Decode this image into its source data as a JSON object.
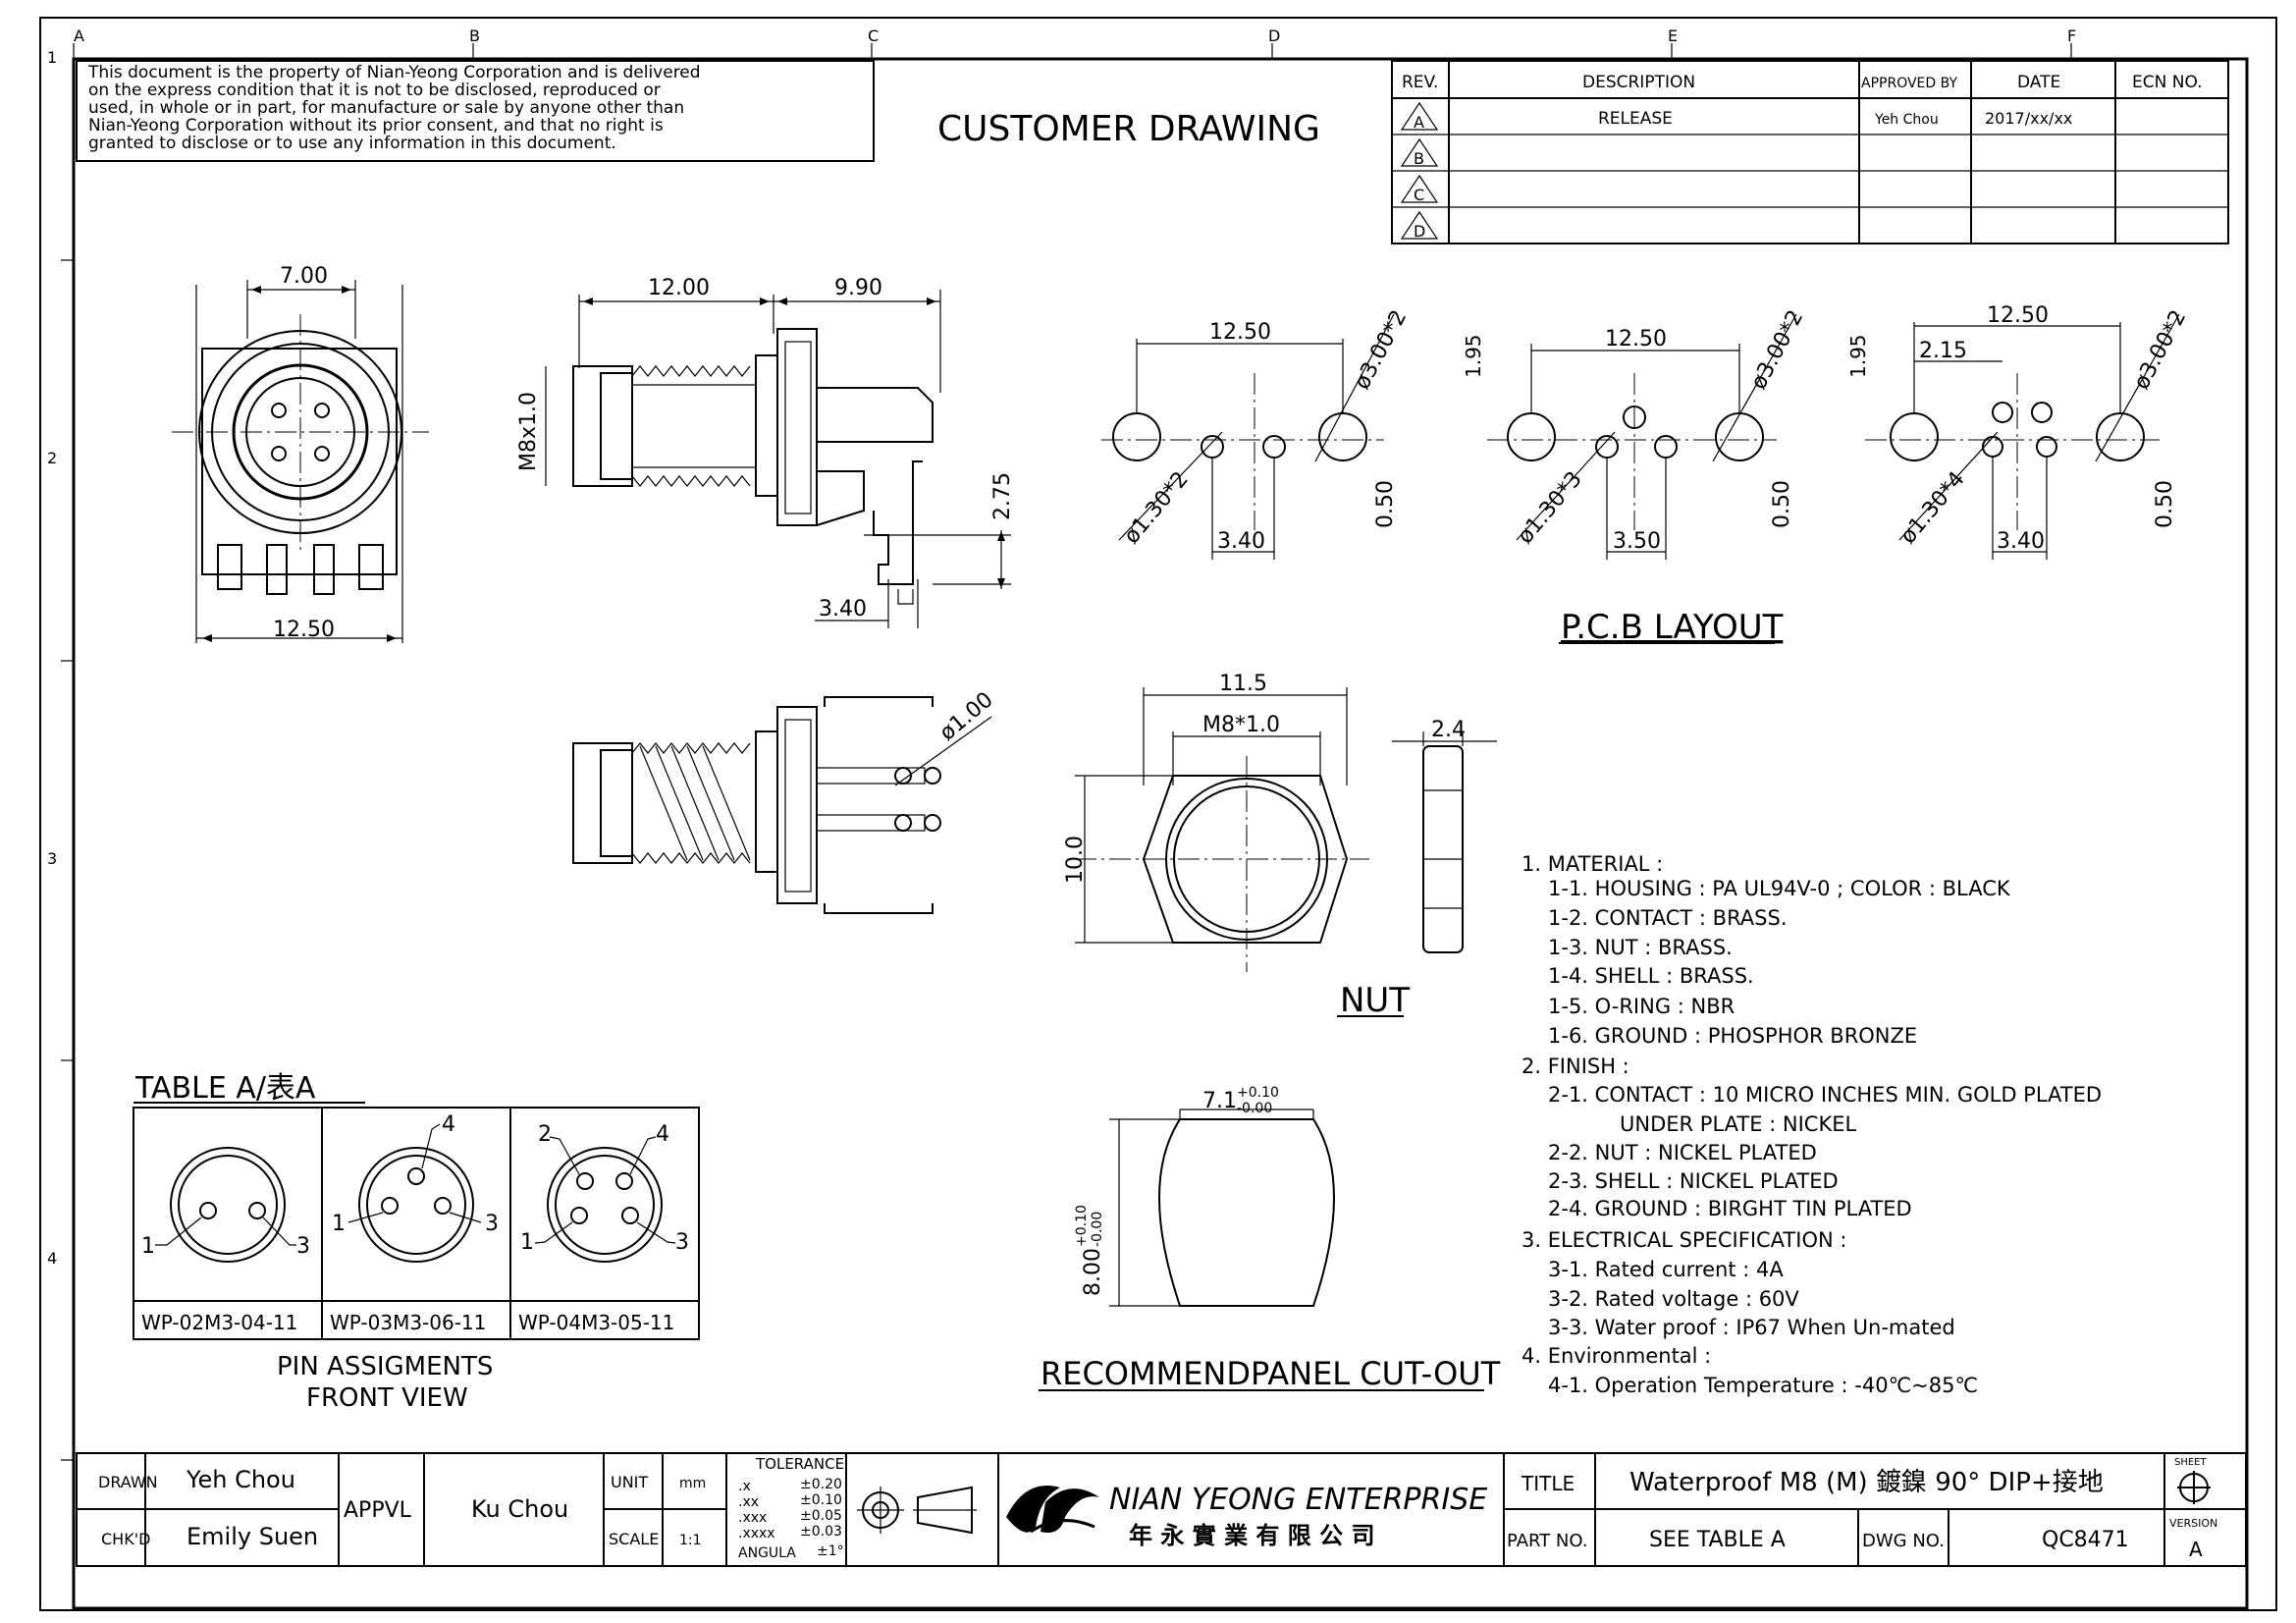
{
  "grid": {
    "columns": [
      "A",
      "B",
      "C",
      "D",
      "E",
      "F"
    ],
    "rows": [
      "1",
      "2",
      "3",
      "4"
    ]
  },
  "notice": {
    "lines": [
      "This document is the property of Nian-Yeong Corporation and is delivered",
      "on   the   express condition that it is not to be disclosed, reproduced or",
      "used, in whole or in part, for manufacture or sale by anyone other than",
      "Nian-Yeong Corporation without  its prior consent, and that  no right  is",
      "granted to disclose or to use any information in this  document."
    ]
  },
  "header_title": "CUSTOMER  DRAWING",
  "revision_table": {
    "headers": [
      "REV.",
      "DESCRIPTION",
      "APPROVED BY",
      "DATE",
      "ECN NO."
    ],
    "rows": [
      {
        "rev": "A",
        "description": "RELEASE",
        "approved": "Yeh Chou",
        "date": "2017/xx/xx",
        "ecn": ""
      },
      {
        "rev": "B",
        "description": "",
        "approved": "",
        "date": "",
        "ecn": ""
      },
      {
        "rev": "C",
        "description": "",
        "approved": "",
        "date": "",
        "ecn": ""
      },
      {
        "rev": "D",
        "description": "",
        "approved": "",
        "date": "",
        "ecn": ""
      }
    ]
  },
  "dims": {
    "front_top": "7.00",
    "front_bottom": "12.50",
    "side_len": "12.00",
    "side_right": "9.90",
    "side_thread": "M8x1.0",
    "side_h": "2.75",
    "side_pin": "3.40",
    "bottom_pin_dia": "ø1.00",
    "pcb1_span": "12.50",
    "pcb1_big": "ø3.00*2",
    "pcb1_small": "ø1.30*2",
    "pcb1_pitch": "3.40",
    "pcb1_off": "0.50",
    "pcb2_span": "12.50",
    "pcb2_big": "ø3.00*2",
    "pcb2_small": "ø1.30*3",
    "pcb2_pitch": "3.50",
    "pcb2_off": "0.50",
    "pcb2_h": "1.95",
    "pcb3_span": "12.50",
    "pcb3_inner": "2.15",
    "pcb3_big": "ø3.00*2",
    "pcb3_small": "ø1.30*4",
    "pcb3_pitch": "3.40",
    "pcb3_off": "0.50",
    "pcb3_h": "1.95",
    "nut_w": "11.5",
    "nut_thread": "M8*1.0",
    "nut_h": "10.0",
    "nut_t": "2.4",
    "cut_w_base": "7.1",
    "cut_w_plus": "+0.10",
    "cut_w_minus": "-0.00",
    "cut_h_base": "8.00",
    "cut_h_plus": "+0.10",
    "cut_h_minus": "-0.00"
  },
  "labels": {
    "pcb_layout": "P.C.B  LAYOUT",
    "nut": "NUT",
    "cutout": "RECOMMENDPANEL  CUT-OUT"
  },
  "table_a": {
    "title": "TABLE  A/表A",
    "parts": [
      "WP-02M3-04-11",
      "WP-03M3-06-11",
      "WP-04M3-05-11"
    ],
    "caption_1": "PIN  ASSIGMENTS",
    "caption_2": "FRONT  VIEW",
    "pins": {
      "p1": "1",
      "p2": "2",
      "p3": "3",
      "p4": "4"
    }
  },
  "spec": {
    "lines": [
      {
        "indent": 0,
        "text": "1.  MATERIAL  :"
      },
      {
        "indent": 1,
        "text": "1-1.  HOUSING  :  PA  UL94V-0  ;  COLOR  :  BLACK"
      },
      {
        "indent": 1,
        "text": "1-2.  CONTACT  :  BRASS."
      },
      {
        "indent": 1,
        "text": "1-3.  NUT  :  BRASS."
      },
      {
        "indent": 1,
        "text": "1-4.  SHELL  :  BRASS."
      },
      {
        "indent": 1,
        "text": "1-5.  O-RING  :  NBR"
      },
      {
        "indent": 1,
        "text": "1-6.  GROUND  :  PHOSPHOR  BRONZE"
      },
      {
        "indent": 0,
        "text": "2.  FINISH  :"
      },
      {
        "indent": 1,
        "text": "2-1.  CONTACT  :  10  MICRO  INCHES  MIN.  GOLD  PLATED"
      },
      {
        "indent": 2,
        "text": "UNDER  PLATE  :  NICKEL"
      },
      {
        "indent": 1,
        "text": "2-2.  NUT  :  NICKEL  PLATED"
      },
      {
        "indent": 1,
        "text": "2-3.  SHELL  :  NICKEL  PLATED"
      },
      {
        "indent": 1,
        "text": "2-4.  GROUND  :  BIRGHT  TIN  PLATED"
      },
      {
        "indent": 0,
        "text": "3.  ELECTRICAL  SPECIFICATION  :"
      },
      {
        "indent": 1,
        "text": "3-1.  Rated  current  :  4A"
      },
      {
        "indent": 1,
        "text": "3-2.  Rated  voltage  :  60V"
      },
      {
        "indent": 1,
        "text": "3-3.  Water  proof  :  IP67  When  Un-mated"
      },
      {
        "indent": 0,
        "text": "4.  Environmental  :"
      },
      {
        "indent": 1,
        "text": "4-1.  Operation  Temperature  :  -40℃~85℃"
      }
    ]
  },
  "title_block": {
    "drawn_label": "DRAWN",
    "drawn": "Yeh Chou",
    "chkd_label": "CHK'D",
    "chkd": "Emily Suen",
    "appvl_label": "APPVL",
    "appvl": "Ku Chou",
    "unit_label": "UNIT",
    "unit": "mm",
    "scale_label": "SCALE",
    "scale": "1:1",
    "tol_title": "TOLERANCE",
    "tol": [
      {
        "k": ".x",
        "v": "±0.20"
      },
      {
        "k": ".xx",
        "v": "±0.10"
      },
      {
        "k": ".xxx",
        "v": "±0.05"
      },
      {
        "k": ".xxxx",
        "v": "±0.03"
      },
      {
        "k": "ANGULA",
        "v": "±1°"
      }
    ],
    "company": "NIAN YEONG ENTERPRISE",
    "company_cn": "年 永 實 業 有 限 公 司",
    "title_label": "TITLE",
    "title": "Waterproof  M8  (M)  鍍鎳  90°  DIP+接地",
    "partno_label": "PART NO.",
    "partno": "SEE  TABLE  A",
    "dwgno_label": "DWG NO.",
    "dwgno": "QC8471",
    "sheet_label": "SHEET",
    "version_label": "VERSION",
    "version": "A"
  }
}
